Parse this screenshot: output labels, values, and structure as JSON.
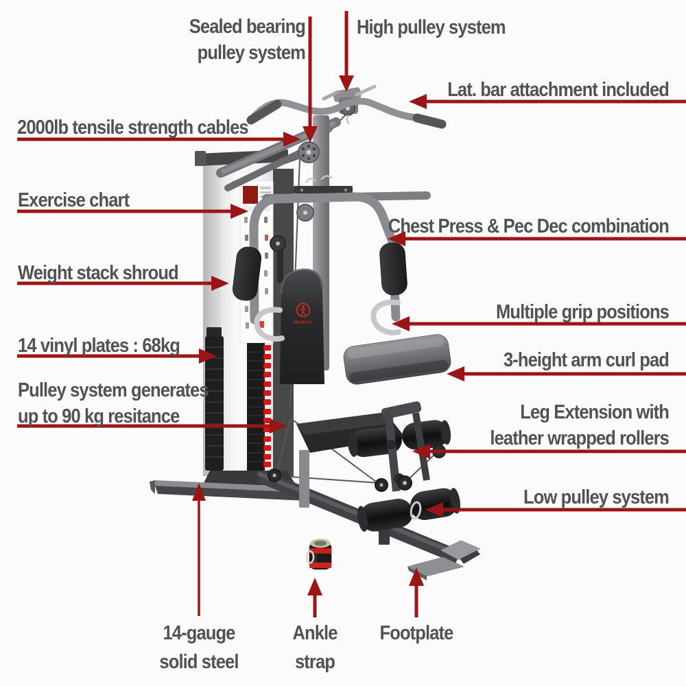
{
  "title": "Home gym feature diagram",
  "machine": {
    "brand": "MARCY"
  },
  "colors": {
    "bg": "#fbfbfc",
    "text": "#525254",
    "arrow": "#9b1416",
    "tab_red": "#d21717",
    "logo_red": "#d42a20",
    "strap_red": "#cf2418"
  },
  "features": [
    {
      "id": "sealed-bearing",
      "lines": [
        "Sealed bearing",
        "pulley system"
      ]
    },
    {
      "id": "high-pulley",
      "lines": [
        "High pulley system"
      ]
    },
    {
      "id": "lat-bar",
      "lines": [
        "Lat. bar attachment included"
      ]
    },
    {
      "id": "tensile-cables",
      "lines": [
        "2000lb tensile strength cables"
      ]
    },
    {
      "id": "exercise-chart",
      "lines": [
        "Exercise chart"
      ]
    },
    {
      "id": "chest-press",
      "lines": [
        "Chest Press & Pec Dec combination"
      ]
    },
    {
      "id": "weight-stack-shroud",
      "lines": [
        "Weight stack shroud"
      ]
    },
    {
      "id": "multiple-grip",
      "lines": [
        "Multiple grip positions"
      ]
    },
    {
      "id": "vinyl-plates",
      "lines": [
        "14 vinyl plates : 68kg"
      ]
    },
    {
      "id": "arm-curl-pad",
      "lines": [
        "3-height arm curl pad"
      ]
    },
    {
      "id": "pulley-resistance",
      "lines": [
        "Pulley system generates",
        "up to 90 kg resitance"
      ]
    },
    {
      "id": "leg-extension",
      "lines": [
        "Leg Extension with",
        "leather wrapped rollers"
      ]
    },
    {
      "id": "low-pulley",
      "lines": [
        "Low pulley system"
      ]
    },
    {
      "id": "gauge-steel",
      "lines": [
        "14-gauge",
        "solid steel"
      ]
    },
    {
      "id": "ankle-strap",
      "lines": [
        "Ankle",
        "strap"
      ]
    },
    {
      "id": "footplate",
      "lines": [
        "Footplate"
      ]
    }
  ]
}
